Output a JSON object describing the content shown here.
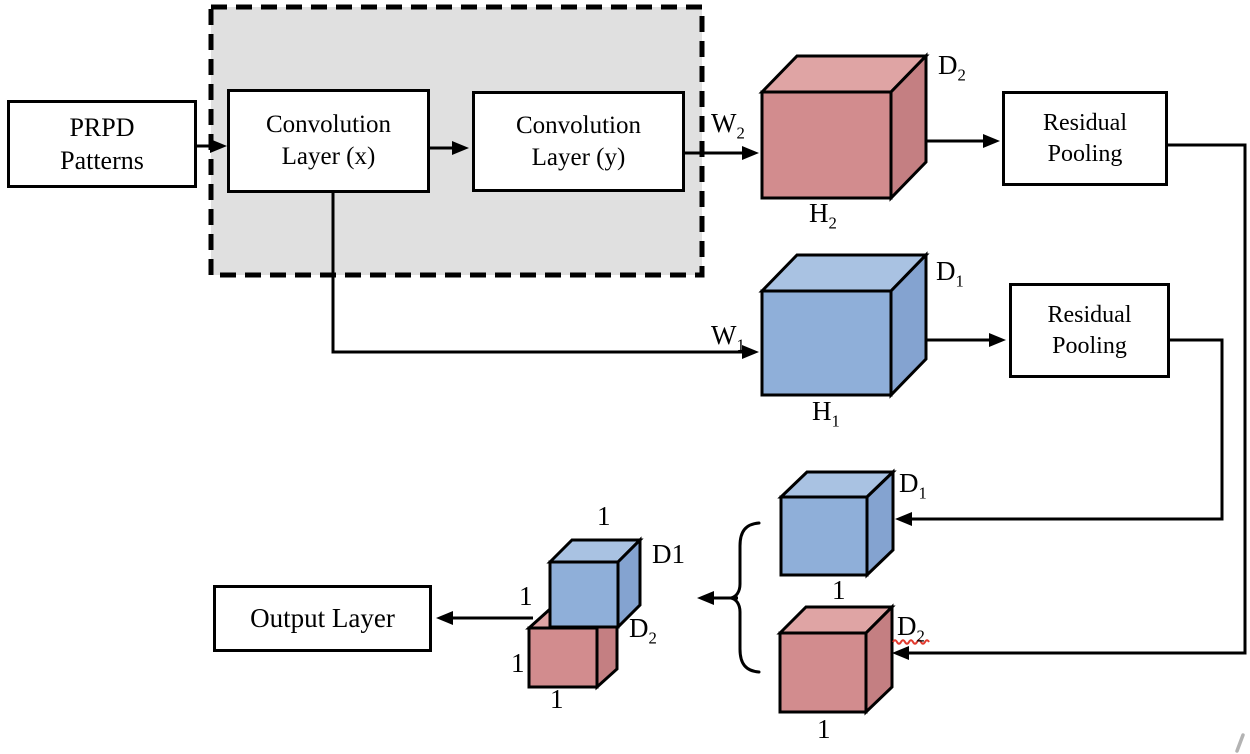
{
  "boxes": {
    "prpd": {
      "line1": "PRPD",
      "line2": "Patterns"
    },
    "conv_x": {
      "line1": "Convolution",
      "line2": "Layer (x)"
    },
    "conv_y": {
      "line1": "Convolution",
      "line2": "Layer (y)"
    },
    "residual_pooling_1": {
      "line1": "Residual",
      "line2": "Pooling"
    },
    "residual_pooling_2": {
      "line1": "Residual",
      "line2": "Pooling"
    },
    "output": {
      "label": "Output Layer"
    }
  },
  "labels": {
    "w2": {
      "base": "W",
      "sub": "2"
    },
    "d2_top": {
      "base": "D",
      "sub": "2"
    },
    "h2": {
      "base": "H",
      "sub": "2"
    },
    "w1": {
      "base": "W",
      "sub": "1"
    },
    "d1_mid": {
      "base": "D",
      "sub": "1"
    },
    "h1": {
      "base": "H",
      "sub": "1"
    },
    "d1_small": {
      "base": "D",
      "sub": "1"
    },
    "one_below_small_blue": "1",
    "d2_small": {
      "base": "D",
      "sub": "2"
    },
    "one_below_small_red": "1",
    "stack_top_one": "1",
    "stack_d1": "D1",
    "stack_blue_left_one": "1",
    "stack_d2": {
      "base": "D",
      "sub": "2"
    },
    "stack_red_left_one": "1",
    "stack_bottom_one": "1"
  },
  "colors": {
    "red_front": "#D28C8E",
    "red_top": "#DFA4A4",
    "red_side": "#C47F82",
    "blue_front": "#8FAFD9",
    "blue_top": "#A9C2E2",
    "blue_side": "#84A3D0",
    "dashed_region_fill": "#E0E0E0",
    "line": "#000000",
    "spellcheck_squiggle": "#E23A2E",
    "corner_artifact": "#B3B3B3"
  }
}
